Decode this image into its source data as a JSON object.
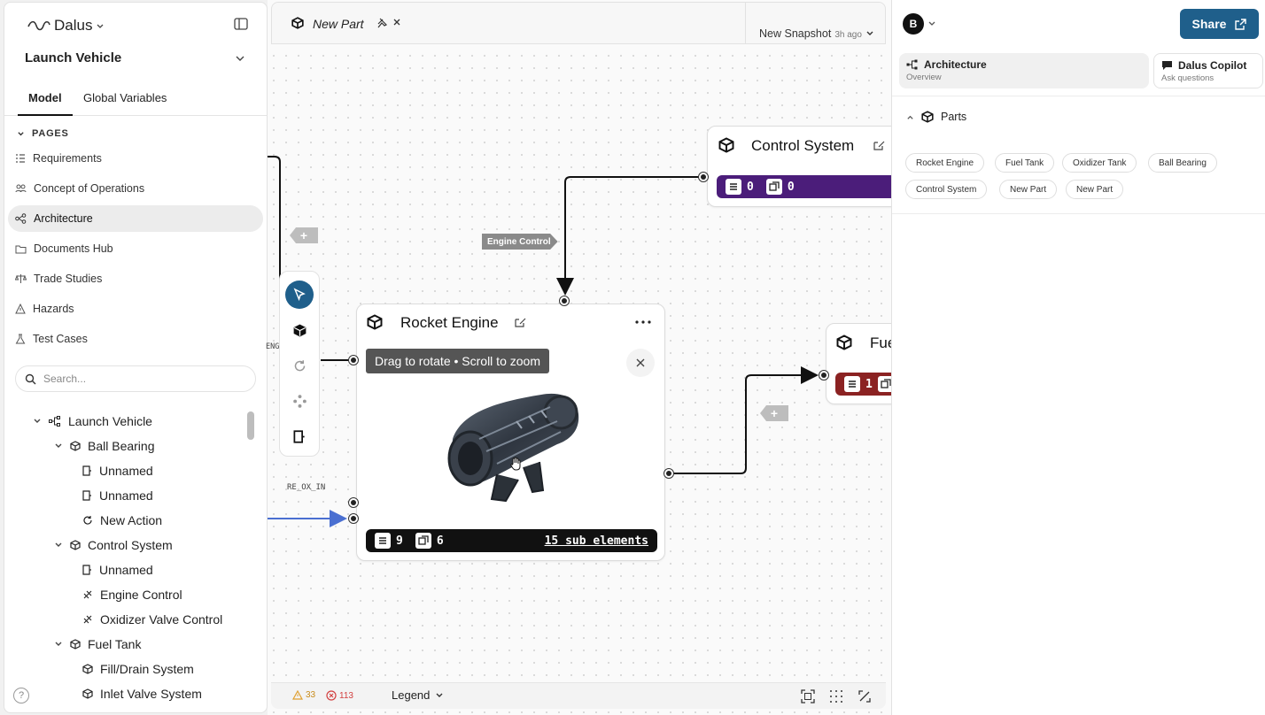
{
  "app": {
    "name": "Dalus",
    "project": "Launch Vehicle"
  },
  "sidebar": {
    "tabs": [
      "Model",
      "Global Variables"
    ],
    "pages_heading": "PAGES",
    "pages": [
      "Requirements",
      "Concept of Operations",
      "Architecture",
      "Documents Hub",
      "Trade Studies",
      "Hazards",
      "Test Cases"
    ],
    "active_page": "Architecture",
    "search_placeholder": "Search...",
    "tree": [
      {
        "label": "Launch Vehicle",
        "icon": "architecture-icon"
      },
      {
        "label": "Ball Bearing",
        "icon": "cube-icon"
      },
      {
        "label": "Unnamed",
        "icon": "document-icon"
      },
      {
        "label": "Unnamed",
        "icon": "document-icon"
      },
      {
        "label": "New Action",
        "icon": "refresh-icon"
      },
      {
        "label": "Control System",
        "icon": "cube-icon"
      },
      {
        "label": "Unnamed",
        "icon": "document-icon"
      },
      {
        "label": "Engine Control",
        "icon": "link-icon"
      },
      {
        "label": "Oxidizer Valve Control",
        "icon": "link-icon"
      },
      {
        "label": "Fuel Tank",
        "icon": "cube-icon"
      },
      {
        "label": "Fill/Drain System",
        "icon": "cube-icon"
      },
      {
        "label": "Inlet Valve System",
        "icon": "cube-icon"
      }
    ],
    "help": "?"
  },
  "editor": {
    "tab_title": "New Part",
    "snapshot_label": "New Snapshot",
    "snapshot_time": "3h ago"
  },
  "canvas": {
    "edge_label": "Engine Control",
    "port_label_1": "ENG…NT",
    "port_label_2": "RE_OX_IN",
    "nodes": {
      "control_system": {
        "title": "Control System",
        "count_a": "0",
        "count_b": "0",
        "color": "#4b1d7a"
      },
      "rocket_engine": {
        "title": "Rocket Engine",
        "count_a": "9",
        "count_b": "6",
        "sub_elements": "15 sub elements",
        "hint": "Drag to rotate • Scroll to zoom",
        "color": "#111111"
      },
      "fuel": {
        "title": "Fue",
        "count_a": "1",
        "color": "#8b2222"
      }
    }
  },
  "bottom_bar": {
    "warnings": "33",
    "errors": "113",
    "legend": "Legend"
  },
  "right_panel": {
    "avatar": "B",
    "share_label": "Share",
    "cards": [
      {
        "title": "Architecture",
        "subtitle": "Overview"
      },
      {
        "title": "Dalus Copilot",
        "subtitle": "Ask questions"
      }
    ],
    "parts_heading": "Parts",
    "parts": [
      "Rocket Engine",
      "Fuel Tank",
      "Oxidizer Tank",
      "Ball Bearing",
      "Control System",
      "New Part",
      "New Part"
    ]
  },
  "colors": {
    "accent": "#1f5f8b",
    "control_bar": "#4b1d7a",
    "fuel_bar": "#8b2222",
    "connector_blue": "#4a6fd1"
  }
}
